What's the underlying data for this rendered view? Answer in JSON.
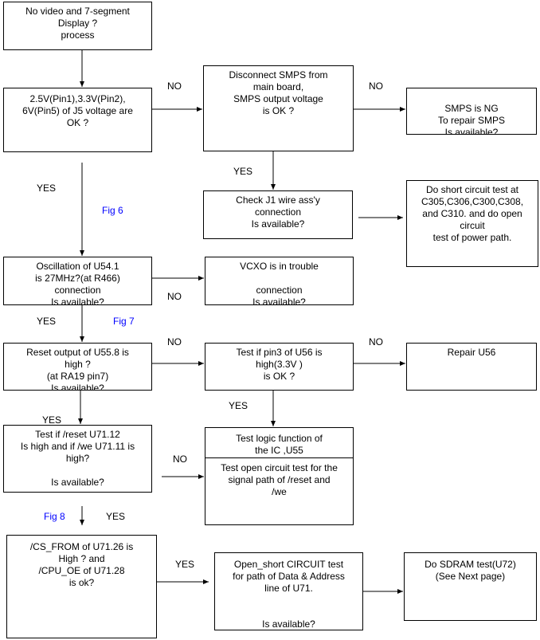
{
  "boxes": {
    "start": [
      "No video and 7-segment",
      "Display ?",
      "process"
    ],
    "j5_voltage": [
      "2.5V(Pin1),3.3V(Pin2),",
      "6V(Pin5) of J5 voltage are",
      "OK ?"
    ],
    "smps_disconnect": [
      "Disconnect SMPS from",
      "main board,",
      "SMPS output voltage",
      "is OK ?"
    ],
    "smps_ng": [
      "SMPS is NG",
      "To repair SMPS",
      "Is available?"
    ],
    "check_j1": [
      "Check J1 wire ass'y",
      "connection",
      "Is available?"
    ],
    "short_test": [
      "Do short circuit test at",
      "C305,C306,C300,C308,",
      "and C310. and do open",
      "circuit",
      "test of power path."
    ],
    "oscillation": [
      "Oscillation of U54.1",
      "is 27MHz?(at R466)",
      "connection",
      "Is available?"
    ],
    "vcxo": [
      "VCXO is in trouble",
      "",
      "connection",
      "Is available?"
    ],
    "reset_output": [
      "Reset output of U55.8 is",
      "high ?",
      "(at RA19 pin7)",
      "Is available?"
    ],
    "test_u56": [
      "Test if pin3 of U56 is",
      "high(3.3V )",
      "is OK ?"
    ],
    "repair_u56": [
      "Repair U56"
    ],
    "logic_test_top": [
      "Test logic function of",
      "the IC ,U55"
    ],
    "logic_test_bottom": [
      "Test open circuit test for the",
      "signal path of  /reset and",
      "/we"
    ],
    "reset_we": [
      "Test if /reset U71.12",
      "Is high and if /we U71.11 is",
      "high?",
      "",
      "Is available?"
    ],
    "cs_from": [
      "/CS_FROM of U71.26 is",
      "High ? and",
      "/CPU_OE of U71.28",
      "is ok?"
    ],
    "open_short": [
      "Open_short CIRCUIT test",
      "for path  of  Data & Address",
      "line of U71.",
      "",
      "",
      "Is available?"
    ],
    "sdram": [
      "Do SDRAM test(U72)",
      "(See Next page)"
    ]
  },
  "labels": {
    "no": "NO",
    "yes": "YES",
    "fig6": "Fig 6",
    "fig7": "Fig 7",
    "fig8": "Fig 8"
  },
  "colors": {
    "figure_ref": "#0000ff",
    "line": "#000000"
  }
}
